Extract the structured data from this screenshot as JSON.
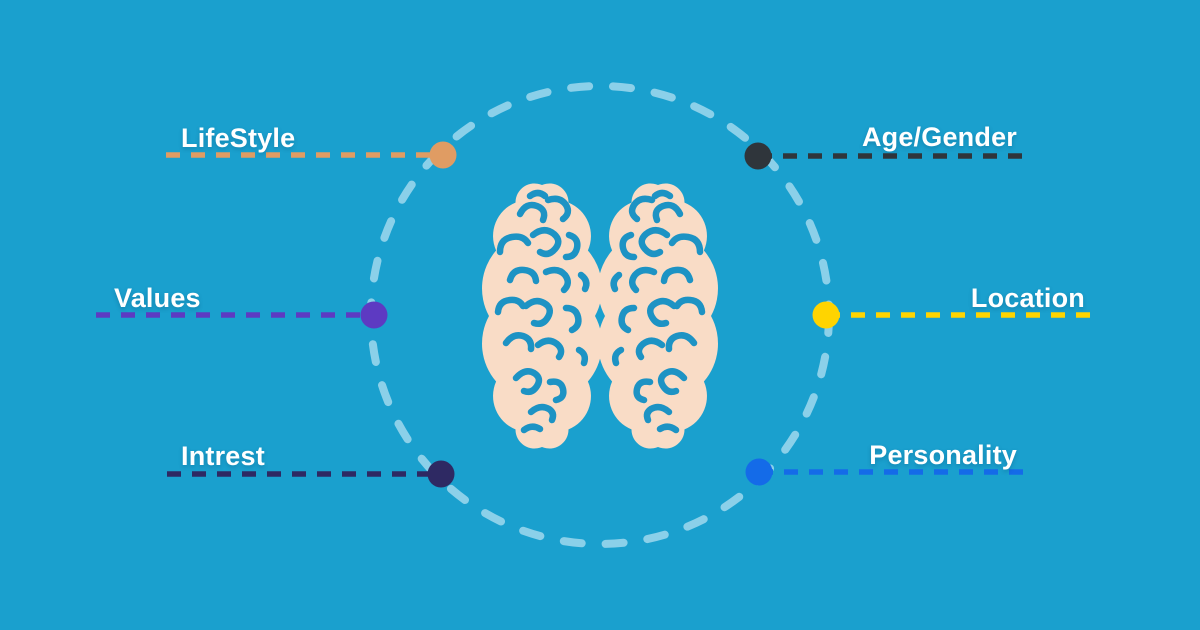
{
  "colors": {
    "background": "#1aa0ce",
    "ring": "#8bd0e9",
    "brain_fill": "#f9dcc6",
    "brain_lines": "#1d93c4",
    "label_text": "#ffffff"
  },
  "center_icon": "brain-top-view-icon",
  "callouts": [
    {
      "id": "lifestyle",
      "label": "LifeStyle",
      "color": "#e09c63",
      "position": "top-left"
    },
    {
      "id": "age-gender",
      "label": "Age/Gender",
      "color": "#2f353b",
      "position": "top-right"
    },
    {
      "id": "values",
      "label": "Values",
      "color": "#5d3ac2",
      "position": "middle-left"
    },
    {
      "id": "location",
      "label": "Location",
      "color": "#ffd400",
      "position": "middle-right"
    },
    {
      "id": "intrest",
      "label": "Intrest",
      "color": "#2e2963",
      "position": "bottom-left"
    },
    {
      "id": "personality",
      "label": "Personality",
      "color": "#146be8",
      "position": "bottom-right"
    }
  ]
}
